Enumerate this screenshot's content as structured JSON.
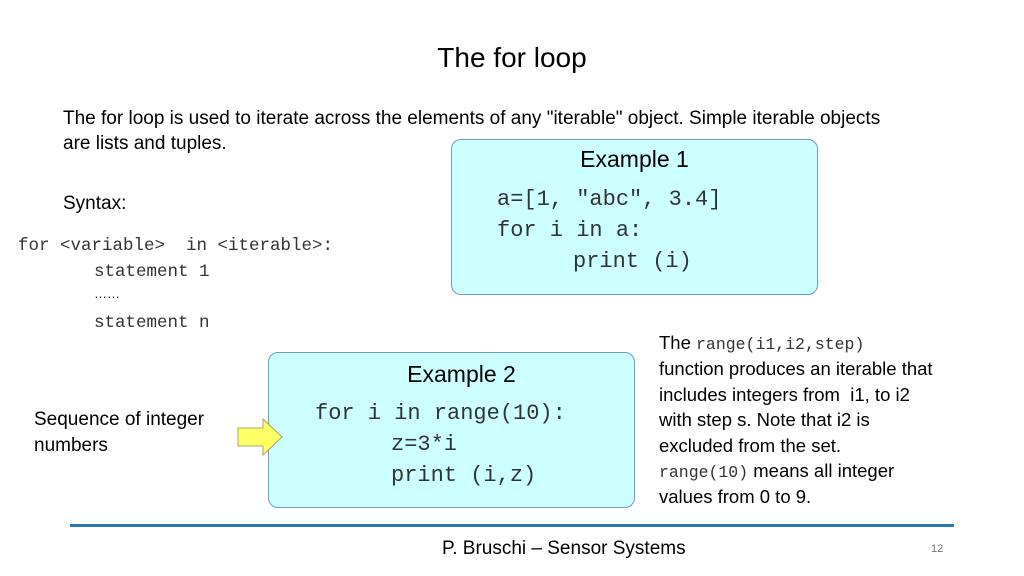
{
  "title": "The for loop",
  "intro": [
    "The for loop is used to iterate across the elements of any \"iterable\" object. Simple iterable objects",
    "are lists and tuples."
  ],
  "syntax_label": "Syntax:",
  "syntax_code": [
    "for <variable>  in <iterable>:",
    "statement 1",
    "……",
    "statement n"
  ],
  "example1": {
    "title": "Example 1",
    "code": [
      "a=[1, \"abc\", 3.4]",
      "for i in a:",
      "print (i)"
    ]
  },
  "example2": {
    "title": "Example 2",
    "code": [
      "for i in range(10):",
      "z=3*i",
      "print (i,z)"
    ]
  },
  "callout": [
    "Sequence of integer",
    "numbers"
  ],
  "range_note": {
    "l1_pre": "The ",
    "l1_code": "range(i1,i2,step)",
    "l2": "function produces an iterable that",
    "l3": "includes integers from  i1, to i2",
    "l4": "with step s. Note that i2 is",
    "l5": "excluded from the set.",
    "l6_code": "range(10)",
    "l6_post": " means all integer",
    "l7": "values from 0 to 9."
  },
  "footer": {
    "author": "P. Bruschi – Sensor Systems",
    "page": "12"
  },
  "colors": {
    "box_fill": "#ccffff",
    "box_border": "#6f9cc0",
    "rule": "#2a7ab8",
    "arrow": "#ffff66"
  }
}
